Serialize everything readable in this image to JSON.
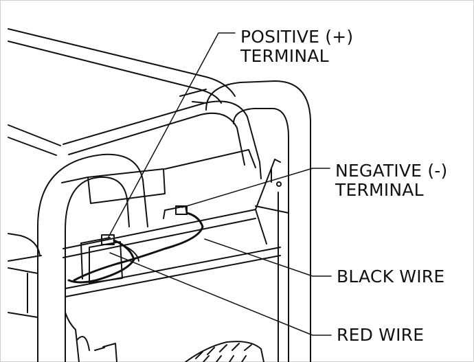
{
  "figure": {
    "callouts": {
      "positive_terminal": {
        "line1": "POSITIVE (+)",
        "line2": "TERMINAL"
      },
      "negative_terminal": {
        "line1": "NEGATIVE (-)",
        "line2": "TERMINAL"
      },
      "black_wire": {
        "label": "BLACK WIRE"
      },
      "red_wire": {
        "label": "RED WIRE"
      }
    },
    "colors": {
      "ink": "#111111",
      "frame": "#cfcfcf",
      "background": "#ffffff"
    },
    "style": "black-and-white technical line drawing"
  }
}
